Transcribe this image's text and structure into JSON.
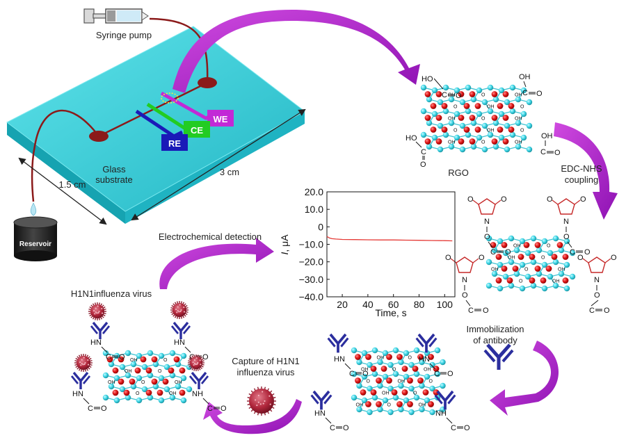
{
  "device": {
    "syringe_label": "Syringe pump",
    "reservoir_label": "Reservoir",
    "substrate_label_line1": "Glass",
    "substrate_label_line2": "substrate",
    "dim_width": "1.5 cm",
    "dim_length": "3 cm",
    "electrodes": {
      "we": "WE",
      "ce": "CE",
      "re": "RE"
    },
    "colors": {
      "glass": "#29c4cf",
      "we": "#c229d6",
      "ce": "#22cc22",
      "re": "#1a1ab8",
      "tubing": "#8b1a1a"
    }
  },
  "steps": {
    "rgo": "RGO",
    "edc_line1": "EDC-NHS",
    "edc_line2": "coupling",
    "immob_line1": "Immobilization",
    "immob_line2": "of antibody",
    "capture_line1": "Capture of H1N1",
    "capture_line2": "influenza virus",
    "virus_label": "H1N1influenza virus",
    "detection": "Electrochemical detection"
  },
  "chem": {
    "oh": "OH",
    "o": "O",
    "ho": "HO",
    "hn": "HN",
    "nh": "NH",
    "n": "N",
    "c": "C"
  },
  "chart_data": {
    "type": "line",
    "xlabel": "Time, s",
    "ylabel_italic": "I",
    "ylabel_rest": ", μA",
    "xlim": [
      8,
      108
    ],
    "ylim": [
      -40,
      20
    ],
    "x_ticks": [
      "20",
      "40",
      "60",
      "80",
      "100"
    ],
    "y_ticks": [
      "20.0",
      "10.0",
      "0",
      "−10.0",
      "−20.0",
      "−30.0",
      "−40.0"
    ],
    "series": [
      {
        "color": "#e53935",
        "x": [
          8,
          10,
          12,
          15,
          20,
          30,
          40,
          50,
          60,
          70,
          80,
          90,
          100,
          106
        ],
        "y": [
          -5.5,
          -6.4,
          -6.8,
          -7.0,
          -7.2,
          -7.3,
          -7.4,
          -7.5,
          -7.5,
          -7.6,
          -7.7,
          -7.8,
          -7.9,
          -8.0
        ]
      }
    ]
  },
  "colors": {
    "arrow": "#b31fd1",
    "graphene_node": "#3fd6e6",
    "oxygen": "#d81b1b",
    "antibody": "#2b2e9e",
    "virus": "#b0263b"
  }
}
